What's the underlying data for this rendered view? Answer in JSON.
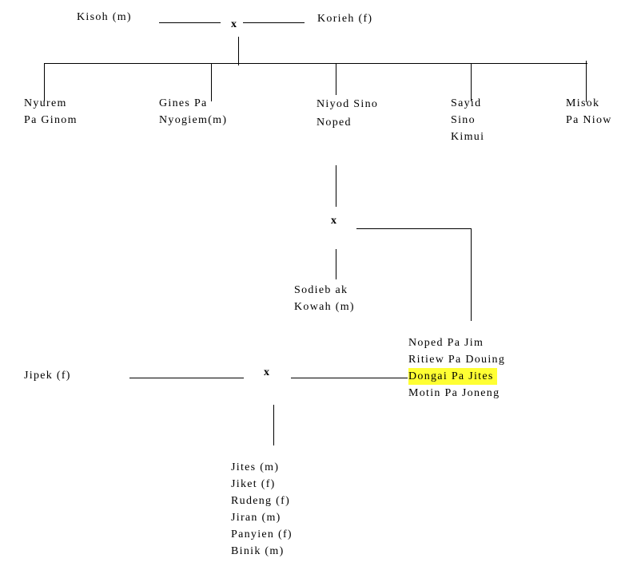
{
  "marriages": {
    "m1": "x",
    "m2": "x",
    "m3": "x"
  },
  "people": {
    "kisoh": "Kisoh (m)",
    "korieh": "Korieh (f)",
    "nyurem": [
      "Nyurem",
      "Pa Ginom"
    ],
    "gines": [
      "Gines Pa",
      "Nyogiem(m)"
    ],
    "niyod": [
      "Niyod Sino",
      "Noped"
    ],
    "sayid": [
      "Sayid",
      "Sino",
      "Kimui"
    ],
    "misok": [
      "Misok",
      "Pa Niow"
    ],
    "sodiebak": [
      "Sodieb ak",
      "Kowah (m)"
    ],
    "jipek": "Jipek (f)",
    "wives": [
      "Noped Pa Jim",
      "Ritiew Pa Douing",
      "Dongai Pa Jites",
      "Motin Pa Joneng"
    ],
    "children": [
      "Jites (m)",
      "Jiket (f)",
      "Rudeng (f)",
      "Jiran (m)",
      "Panyien (f)",
      "Binik (m)"
    ]
  },
  "colors": {
    "line": "#000000",
    "highlight": "#ffff33"
  }
}
